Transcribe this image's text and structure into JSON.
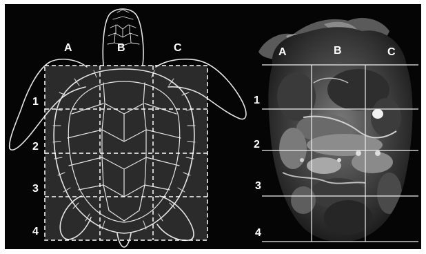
{
  "figure": {
    "left_panel": {
      "column_labels": [
        "A",
        "B",
        "C"
      ],
      "row_labels": [
        "1",
        "2",
        "3",
        "4"
      ]
    },
    "right_panel": {
      "column_labels": [
        "A",
        "B",
        "C"
      ],
      "row_labels": [
        "1",
        "2",
        "3",
        "4"
      ]
    },
    "colors": {
      "background": "#050505",
      "frame": "#ffffff",
      "outline": "#e6e6e6",
      "grid_shading": "#2b2b2b",
      "label": "#ffffff"
    }
  }
}
